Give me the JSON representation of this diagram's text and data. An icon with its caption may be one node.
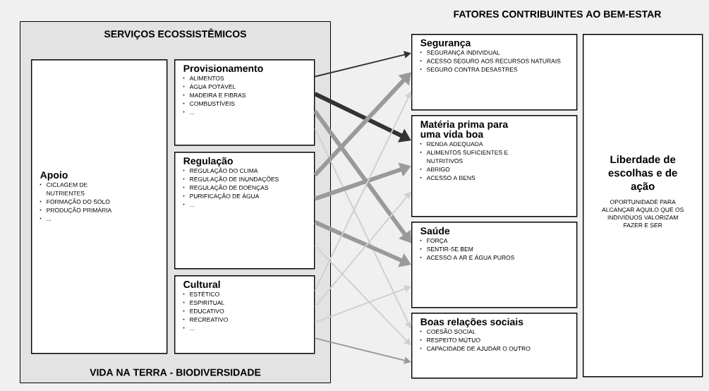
{
  "diagram": {
    "nodes": [
      {
        "text": [
          "SERVIÇOS ECOSSISTÊMICOS",
          "VIDA NA TERRA - BIODIVERSIDADE"
        ]
      },
      {
        "text": [
          "Apoio",
          "CICLAGEM DE NUTRIENTES",
          "FORMAÇÃO DO SOLO",
          "PRODUÇÃO PRIMÁRIA",
          "..."
        ],
        "in": 0
      },
      {
        "text": [
          "Provisionamento",
          "ALIMENTOS",
          "ÁGUA POTÁVEL",
          "MADEIRA E FIBRAS",
          "COMBUSTÍVEIS",
          "..."
        ],
        "in": 0
      },
      {
        "text": [
          "Regulação",
          "REGULAÇÃO DO CLIMA",
          "REGULAÇÃO DE INUNDAÇÕES",
          "REGULAÇÃO DE DOENÇAS",
          "PURIFICAÇÃO DE ÁGUA",
          "..."
        ],
        "in": 0
      },
      {
        "text": [
          "Cultural",
          "ESTÉTICO",
          "ESPIRITUAL",
          "EDUCATIVO",
          "RECREATIVO",
          "..."
        ],
        "in": 0
      },
      {
        "text": [
          "Segurança",
          "SEGURANÇA INDIVIDUAL",
          "ACESSO SEGURO AOS RECURSOS NATURAIS",
          "SEGURO CONTRA DESASTRES"
        ]
      },
      {
        "text": [
          "Matéria prima para uma vida boa",
          "RENDA ADEQUADA",
          "ALIMENTOS SUFICIENTES E NUTRITIVOS",
          "ABRIGO",
          "ACESSO A BENS"
        ]
      },
      {
        "text": [
          "Saúde",
          "FORÇA",
          "SENTIR-SE BEM",
          "ACESSO A AR E ÁGUA PUROS"
        ]
      },
      {
        "text": [
          "Boas relações sociais",
          "COESÃO SOCIAL",
          "RESPEITO MÚTUO",
          "CAPACIDADE DE AJUDAR O OUTRO"
        ]
      },
      {
        "text": [
          "Liberdade de escolhas e de ação",
          "OPORTUNIDADE PARA ALCANÇAR AQUILO QUE OS INDIVIDUOS VALORIZAM FAZER E SER"
        ]
      }
    ],
    "edges": [
      {
        "from": 2,
        "to": 5,
        "arrow": "to",
        "color": "#333333"
      },
      {
        "from": 2,
        "to": 6,
        "arrow": "to",
        "style": "thick",
        "color": "#333333"
      },
      {
        "from": 2,
        "to": 7,
        "arrow": "to",
        "style": "thick"
      },
      {
        "from": 2,
        "to": 8,
        "arrow": "to",
        "color": "#d0d0d0"
      },
      {
        "from": 3,
        "to": 5,
        "arrow": "to",
        "style": "thick"
      },
      {
        "from": 3,
        "to": 6,
        "arrow": "to",
        "style": "thick"
      },
      {
        "from": 3,
        "to": 7,
        "arrow": "to",
        "style": "thick"
      },
      {
        "from": 3,
        "to": 8,
        "arrow": "to",
        "color": "#d0d0d0"
      },
      {
        "from": 4,
        "to": 5,
        "arrow": "to",
        "color": "#d0d0d0"
      },
      {
        "from": 4,
        "to": 6,
        "arrow": "to",
        "color": "#d0d0d0"
      },
      {
        "from": 4,
        "to": 7,
        "arrow": "to",
        "color": "#d0d0d0"
      },
      {
        "from": 4,
        "to": 8,
        "arrow": "to"
      }
    ],
    "labels": [
      "FATORES CONTRIBUINTES AO BEM-ESTAR"
    ]
  }
}
